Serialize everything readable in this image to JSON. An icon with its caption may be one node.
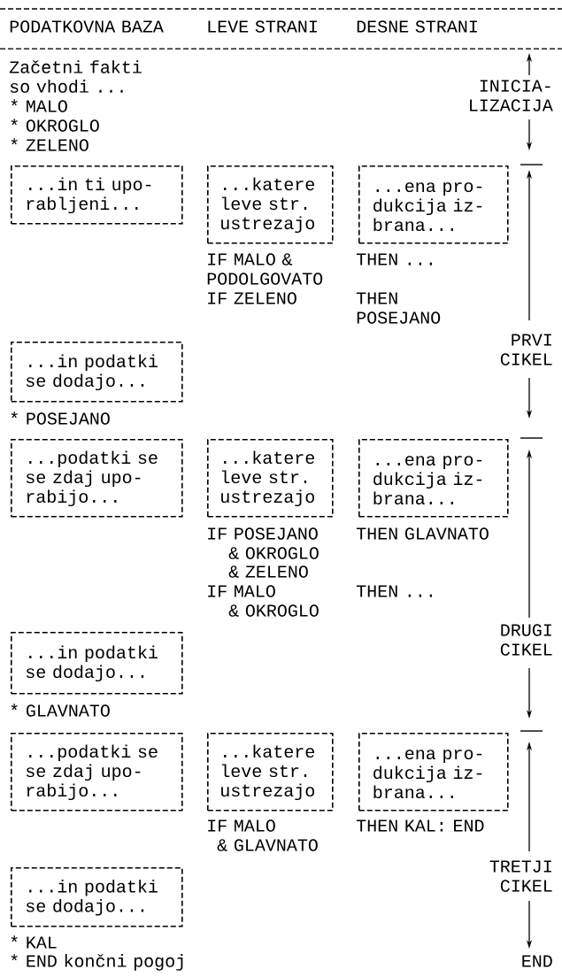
{
  "diagram": {
    "nodes": [
      {
        "text": [
          "...in ti upo- rabljeni..."
        ]
      },
      {
        "text": [
          "...katere leve str. ustrezajo"
        ]
      },
      {
        "text": [
          "...ena pro- dukcija iz- brana..."
        ]
      },
      {
        "text": [
          "...in podatki se dodajo..."
        ]
      },
      {
        "text": [
          "...podatki se se zdaj upo- rabijo..."
        ]
      },
      {
        "text": [
          "...katere leve str. ustrezajo"
        ]
      },
      {
        "text": [
          "...ena pro- dukcija iz- brana..."
        ]
      },
      {
        "text": [
          "...in podatki se dodajo..."
        ]
      },
      {
        "text": [
          "...podatki se se zdaj upo- rabijo..."
        ]
      },
      {
        "text": [
          "...katere leve str. ustrezajo"
        ]
      },
      {
        "text": [
          "...ena pro- dukcija iz- brana..."
        ]
      },
      {
        "text": [
          "...in podatki se dodajo..."
        ]
      }
    ],
    "labels": [
      "PODATKOVNA BAZA",
      "LEVE STRANI",
      "DESNE STRANI",
      "Začetni fakti so vhodi ...",
      "INICIA- LIZACIJA",
      "* MALO",
      "* OKROGLO",
      "* ZELENO",
      "IF MALO & PODOLGOVATO",
      "THEN ...",
      "IF ZELENO",
      "THEN POSEJANO",
      "PRVI CIKEL",
      "* POSEJANO",
      "IF POSEJANO",
      "THEN GLAVNATO",
      "& OKROGLO",
      "& ZELENO",
      "IF MALO",
      "THEN ...",
      "& OKROGLO",
      "DRUGI CIKEL",
      "* GLAVNATO",
      "IF MALO",
      "THEN KAL: END",
      "& GLAVNATO",
      "TRETJI CIKEL",
      "* KAL",
      "* END končni pogoj",
      "END"
    ]
  }
}
